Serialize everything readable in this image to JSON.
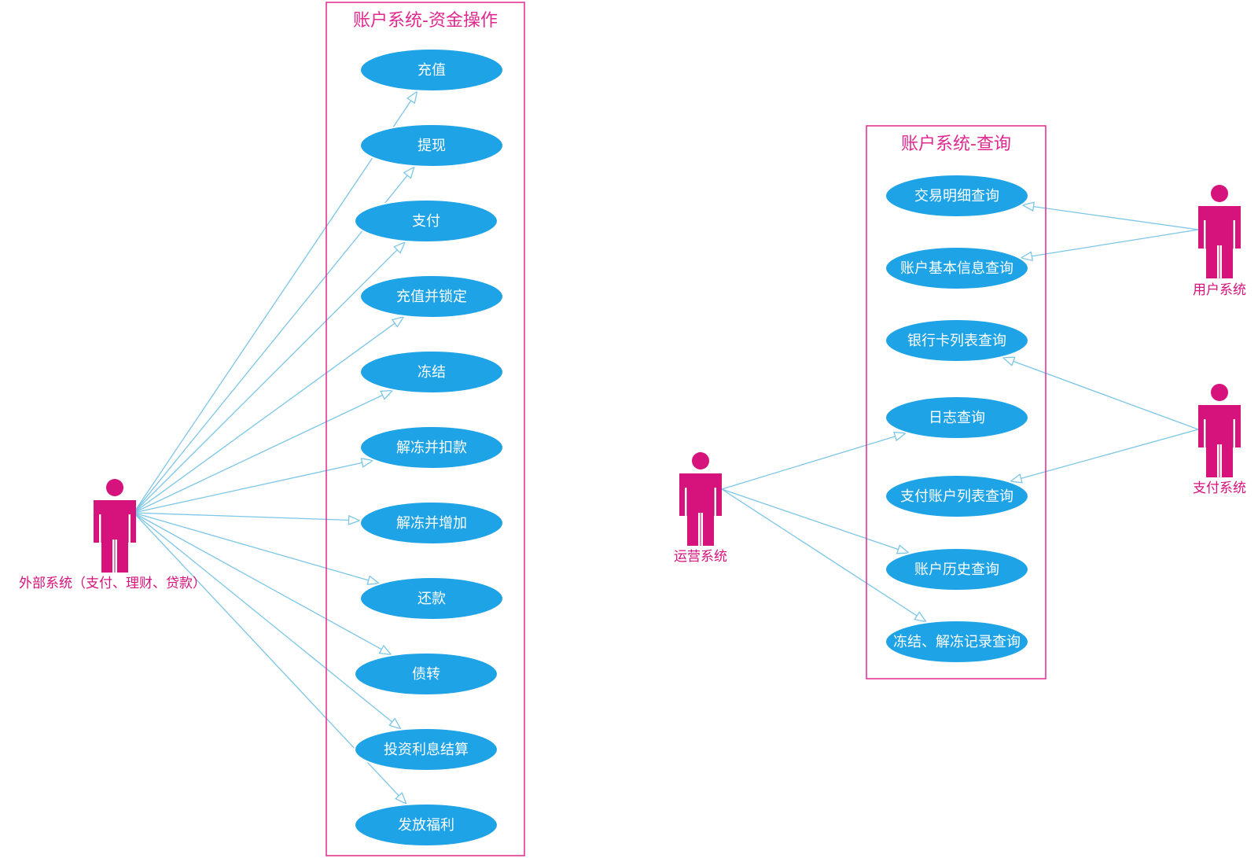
{
  "colors": {
    "boundary": "#e0288f",
    "actor": "#d6127d",
    "actor_text": "#d6127d",
    "use_case_fill": "#1ea3e6",
    "use_case_text": "#ffffff",
    "edge": "#7cc6e6"
  },
  "systems": [
    {
      "id": "funds",
      "title": "账户系统-资金操作",
      "use_cases": [
        {
          "id": "recharge",
          "label": "充值"
        },
        {
          "id": "withdraw",
          "label": "提现"
        },
        {
          "id": "pay",
          "label": "支付"
        },
        {
          "id": "recharge-lock",
          "label": "充值并锁定"
        },
        {
          "id": "freeze",
          "label": "冻结"
        },
        {
          "id": "unfreeze-deduct",
          "label": "解冻并扣款"
        },
        {
          "id": "unfreeze-add",
          "label": "解冻并增加"
        },
        {
          "id": "repay",
          "label": "还款"
        },
        {
          "id": "debt-transfer",
          "label": "债转"
        },
        {
          "id": "interest-settle",
          "label": "投资利息结算"
        },
        {
          "id": "welfare",
          "label": "发放福利"
        }
      ]
    },
    {
      "id": "query",
      "title": "账户系统-查询",
      "use_cases": [
        {
          "id": "tx-detail",
          "label": "交易明细查询"
        },
        {
          "id": "basic-info",
          "label": "账户基本信息查询"
        },
        {
          "id": "bank-card",
          "label": "银行卡列表查询"
        },
        {
          "id": "log",
          "label": "日志查询"
        },
        {
          "id": "pay-account",
          "label": "支付账户列表查询"
        },
        {
          "id": "history",
          "label": "账户历史查询"
        },
        {
          "id": "freeze-record",
          "label": "冻结、解冻记录查询"
        }
      ]
    }
  ],
  "actors": [
    {
      "id": "external",
      "label": "外部系统（支付、理财、贷款）"
    },
    {
      "id": "ops",
      "label": "运营系统"
    },
    {
      "id": "user",
      "label": "用户系统"
    },
    {
      "id": "payment",
      "label": "支付系统"
    }
  ],
  "relations": [
    {
      "from": "external",
      "to": "recharge"
    },
    {
      "from": "external",
      "to": "withdraw"
    },
    {
      "from": "external",
      "to": "pay"
    },
    {
      "from": "external",
      "to": "recharge-lock"
    },
    {
      "from": "external",
      "to": "freeze"
    },
    {
      "from": "external",
      "to": "unfreeze-deduct"
    },
    {
      "from": "external",
      "to": "unfreeze-add"
    },
    {
      "from": "external",
      "to": "repay"
    },
    {
      "from": "external",
      "to": "debt-transfer"
    },
    {
      "from": "external",
      "to": "interest-settle"
    },
    {
      "from": "external",
      "to": "welfare"
    },
    {
      "from": "user",
      "to": "tx-detail"
    },
    {
      "from": "user",
      "to": "basic-info"
    },
    {
      "from": "payment",
      "to": "bank-card"
    },
    {
      "from": "payment",
      "to": "pay-account"
    },
    {
      "from": "ops",
      "to": "log"
    },
    {
      "from": "ops",
      "to": "history"
    },
    {
      "from": "ops",
      "to": "freeze-record"
    }
  ]
}
